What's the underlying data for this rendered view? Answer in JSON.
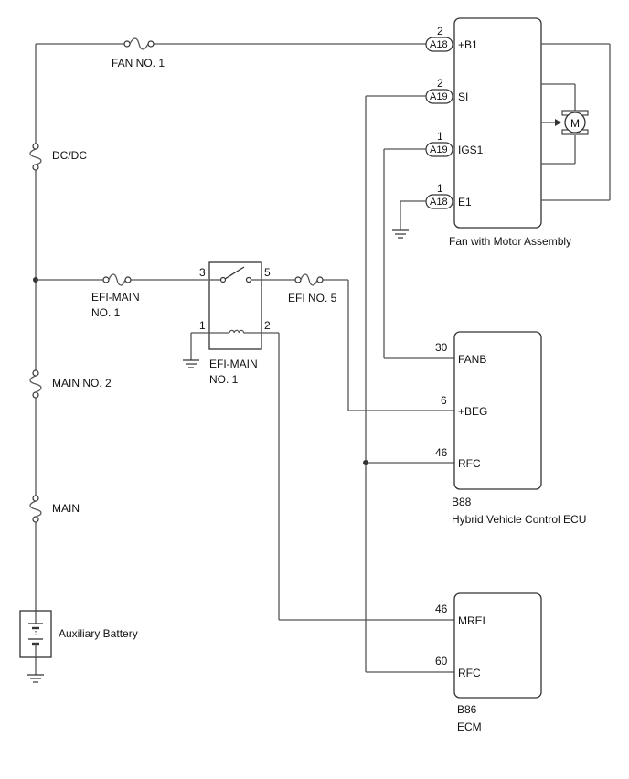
{
  "fuses": {
    "fan_no1": "FAN NO. 1",
    "dcdc": "DC/DC",
    "efi_main_line1": "EFI-MAIN",
    "efi_main_line2": "NO. 1",
    "main_no2": "MAIN NO. 2",
    "main": "MAIN",
    "efi_no5": "EFI NO. 5"
  },
  "relay": {
    "label_line1": "EFI-MAIN",
    "label_line2": "NO. 1",
    "pins": {
      "p1": "1",
      "p2": "2",
      "p3": "3",
      "p5": "5"
    }
  },
  "battery": {
    "label": "Auxiliary Battery"
  },
  "fan_assembly": {
    "label": "Fan with Motor Assembly",
    "motor_symbol": "M",
    "terminals": [
      {
        "pin": "2",
        "connector": "A18",
        "name": "+B1"
      },
      {
        "pin": "2",
        "connector": "A19",
        "name": "SI"
      },
      {
        "pin": "1",
        "connector": "A19",
        "name": "IGS1"
      },
      {
        "pin": "1",
        "connector": "A18",
        "name": "E1"
      }
    ]
  },
  "hv_ecu": {
    "code": "B88",
    "label": "Hybrid Vehicle Control ECU",
    "terminals": [
      {
        "pin": "30",
        "name": "FANB"
      },
      {
        "pin": "6",
        "name": "+BEG"
      },
      {
        "pin": "46",
        "name": "RFC"
      }
    ]
  },
  "ecm": {
    "code": "B86",
    "label": "ECM",
    "terminals": [
      {
        "pin": "46",
        "name": "MREL"
      },
      {
        "pin": "60",
        "name": "RFC"
      }
    ]
  }
}
